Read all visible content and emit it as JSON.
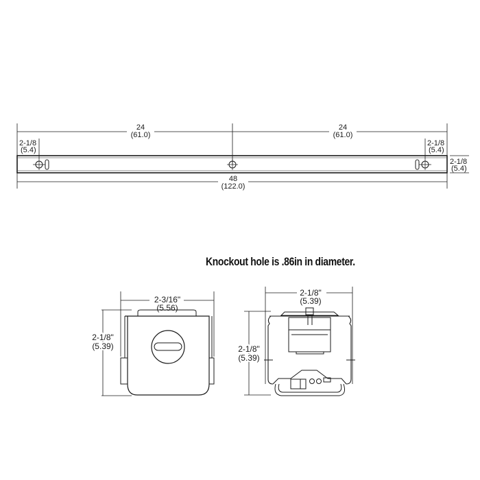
{
  "top_view": {
    "dim_left_half": {
      "in": "24",
      "cm": "(61.0)"
    },
    "dim_right_half": {
      "in": "24",
      "cm": "(61.0)"
    },
    "dim_left_hole": {
      "in": "2-1/8",
      "cm": "(5.4)"
    },
    "dim_right_hole": {
      "in": "2-1/8",
      "cm": "(5.4)"
    },
    "dim_height": {
      "in": "2-1/8",
      "cm": "(5.4)"
    },
    "dim_total": {
      "in": "48",
      "cm": "(122.0)"
    }
  },
  "note": "Knockout hole is .86in in diameter.",
  "side_view": {
    "width": {
      "in": "2-3/16\"",
      "cm": "(5.56)"
    },
    "height": {
      "in": "2-1/8\"",
      "cm": "(5.39)"
    }
  },
  "end_view": {
    "width": {
      "in": "2-1/8\"",
      "cm": "(5.39)"
    },
    "height": {
      "in": "2-1/8\"",
      "cm": "(5.39)"
    }
  },
  "colors": {
    "line": "#1a1a1a",
    "background": "#ffffff"
  }
}
